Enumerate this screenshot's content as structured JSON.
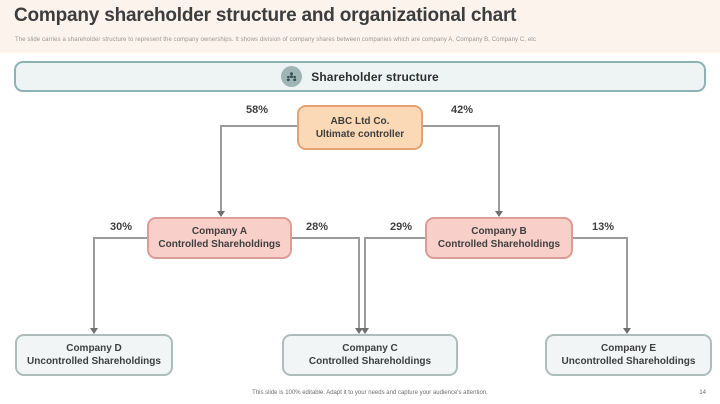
{
  "slide": {
    "title": "Company shareholder structure and organizational chart",
    "subtitle": "The slide carries a shareholder structure to represent the company ownerships. It shows division of company shares between companies which are company A, Company B, Company C, etc",
    "footer_note": "This slide is 100% editable. Adapt it to your needs and capture your audience's attention.",
    "page_number": "14"
  },
  "banner": {
    "label": "Shareholder structure",
    "icon": "people-group-icon"
  },
  "chart_data": {
    "type": "org-chart",
    "title": "Shareholder structure",
    "nodes": [
      {
        "id": "abc",
        "title": "ABC Ltd Co.",
        "subtitle": "Ultimate controller",
        "style": "peach"
      },
      {
        "id": "company-a",
        "title": "Company A",
        "subtitle": "Controlled Shareholdings",
        "style": "pink"
      },
      {
        "id": "company-b",
        "title": "Company B",
        "subtitle": "Controlled Shareholdings",
        "style": "pink"
      },
      {
        "id": "company-d",
        "title": "Company D",
        "subtitle": "Uncontrolled Shareholdings",
        "style": "gray"
      },
      {
        "id": "company-c",
        "title": "Company C",
        "subtitle": "Controlled Shareholdings",
        "style": "gray"
      },
      {
        "id": "company-e",
        "title": "Company E",
        "subtitle": "Uncontrolled Shareholdings",
        "style": "gray"
      }
    ],
    "edges": [
      {
        "from": "ABC Ltd Co.",
        "to": "Company A",
        "share": "58%"
      },
      {
        "from": "ABC Ltd Co.",
        "to": "Company B",
        "share": "42%"
      },
      {
        "from": "Company A",
        "to": "Company D",
        "share": "30%"
      },
      {
        "from": "Company A",
        "to": "Company C",
        "share": "28%"
      },
      {
        "from": "Company B",
        "to": "Company C",
        "share": "29%"
      },
      {
        "from": "Company B",
        "to": "Company E",
        "share": "13%"
      }
    ]
  },
  "colors": {
    "header_band": "#fcf3ed",
    "banner_border": "#8fb2b5",
    "banner_fill": "#eef4f3",
    "peach_fill": "#fcd9b6",
    "peach_border": "#e2a272",
    "pink_fill": "#f9cfca",
    "pink_border": "#dd9c95",
    "gray_fill": "#f1f5f5",
    "gray_border": "#aebcbc",
    "connector": "#9b9b9b"
  }
}
